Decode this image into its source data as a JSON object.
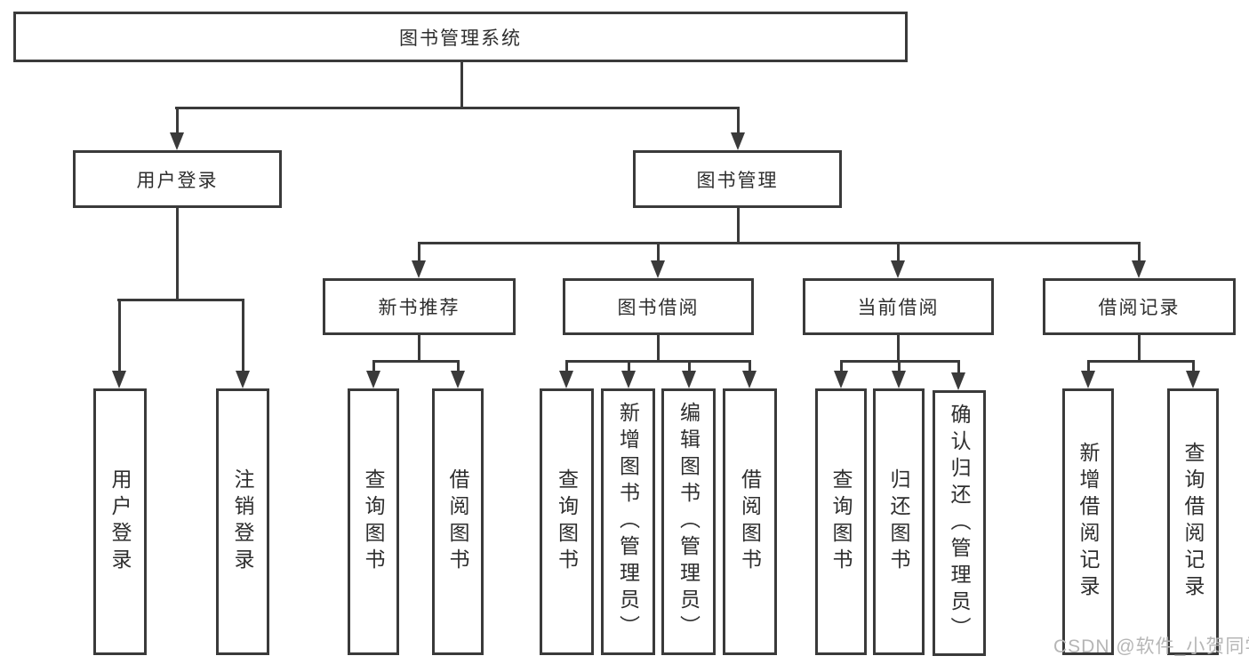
{
  "diagram_title": "图书管理系统",
  "tree": {
    "label": "图书管理系统",
    "children": [
      {
        "label": "用户登录",
        "children": [
          {
            "label": "用户登录"
          },
          {
            "label": "注销登录"
          }
        ]
      },
      {
        "label": "图书管理",
        "children": [
          {
            "label": "新书推荐",
            "children": [
              {
                "label": "查询图书"
              },
              {
                "label": "借阅图书"
              }
            ]
          },
          {
            "label": "图书借阅",
            "children": [
              {
                "label": "查询图书"
              },
              {
                "label": "新增图书（管理员）"
              },
              {
                "label": "编辑图书（管理员）"
              },
              {
                "label": "借阅图书"
              }
            ]
          },
          {
            "label": "当前借阅",
            "children": [
              {
                "label": "查询图书"
              },
              {
                "label": "归还图书"
              },
              {
                "label": "确认归还（管理员）"
              }
            ]
          },
          {
            "label": "借阅记录",
            "children": [
              {
                "label": "新增借阅记录"
              },
              {
                "label": "查询借阅记录"
              }
            ]
          }
        ]
      }
    ]
  },
  "watermark": {
    "text": "CSDN @软件_小贺同学"
  },
  "colors": {
    "line": "#3a3a3a",
    "text": "#2e2e2e",
    "watermark": "#b6b6b6",
    "background": "#ffffff"
  }
}
